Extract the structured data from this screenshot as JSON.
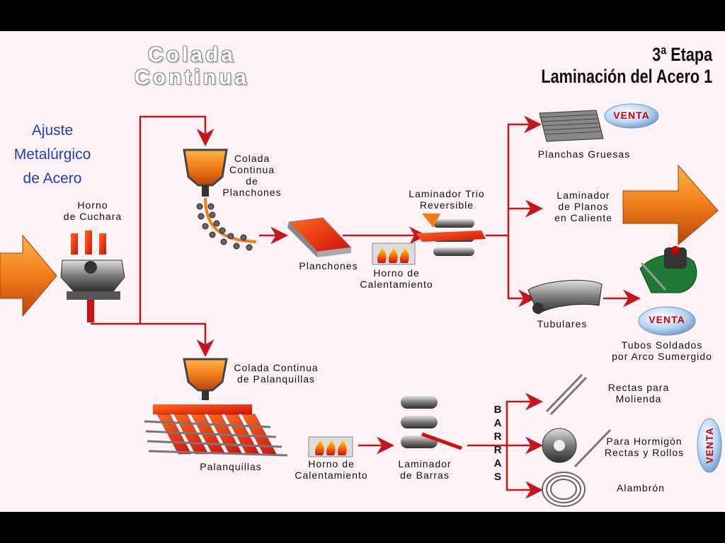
{
  "header": {
    "stage_line1": "3ª Etapa",
    "stage_line2": "Laminación del Acero 1",
    "section_title": "Colada\nContinua",
    "side_title": "Ajuste\nMetalúrgico\nde Acero"
  },
  "labels": {
    "horno_cuchara": "Horno\nde Cuchara",
    "colada_planchones": "Colada\nContinua\nde\nPlanchones",
    "planchones": "Planchones",
    "horno_calentamiento_1": "Horno de\nCalentamiento",
    "laminador_trio": "Laminador Trio\nReversible",
    "planchas_gruesas": "Planchas Gruesas",
    "laminador_planos": "Laminador\nde Planos\nen Caliente",
    "tubulares": "Tubulares",
    "tubos_soldados": "Tubos Soldados\npor Arco Sumergido",
    "colada_palanquillas": "Colada Continua\nde Palanquillas",
    "palanquillas": "Palanquillas",
    "horno_calentamiento_2": "Horno de\nCalentamiento",
    "laminador_barras": "Laminador\nde Barras",
    "barras": "BARRAS",
    "rectas_molienda": "Rectas para\nMolienda",
    "hormigon": "Para Hormigón\nRectas y Rollos",
    "alambron": "Alambrón"
  },
  "badges": {
    "venta_1": "VENTA",
    "venta_2": "VENTA",
    "venta_3": "VENTA"
  },
  "colors": {
    "background": "#fdf3f6",
    "flow_line": "#c4171b",
    "big_arrow": "#f07d1a",
    "text_blue": "#1e3fbe"
  }
}
